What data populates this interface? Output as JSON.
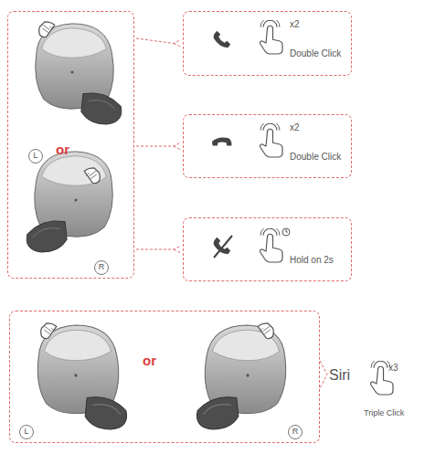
{
  "diagram": {
    "nodes": [
      {
        "text": [
          "or"
        ]
      },
      {
        "text": [
          "L"
        ],
        "in": 0
      },
      {
        "text": [
          "R"
        ],
        "in": 0
      },
      {
        "text": [
          "x2",
          "Double Click"
        ]
      },
      {
        "text": [
          "x2",
          "Double Click"
        ]
      },
      {
        "text": [
          "Hold on 2s"
        ]
      },
      {
        "text": [
          "or"
        ]
      },
      {
        "text": [
          "L"
        ],
        "in": 6
      },
      {
        "text": [
          "R"
        ],
        "in": 6
      }
    ],
    "edges": [
      {
        "from": 0,
        "to": 3,
        "arrow": "none"
      },
      {
        "from": 0,
        "to": 4,
        "arrow": "none"
      },
      {
        "from": 0,
        "to": 5,
        "arrow": "none"
      }
    ],
    "labels": [
      "Siri",
      "x3",
      "Triple Click"
    ]
  }
}
